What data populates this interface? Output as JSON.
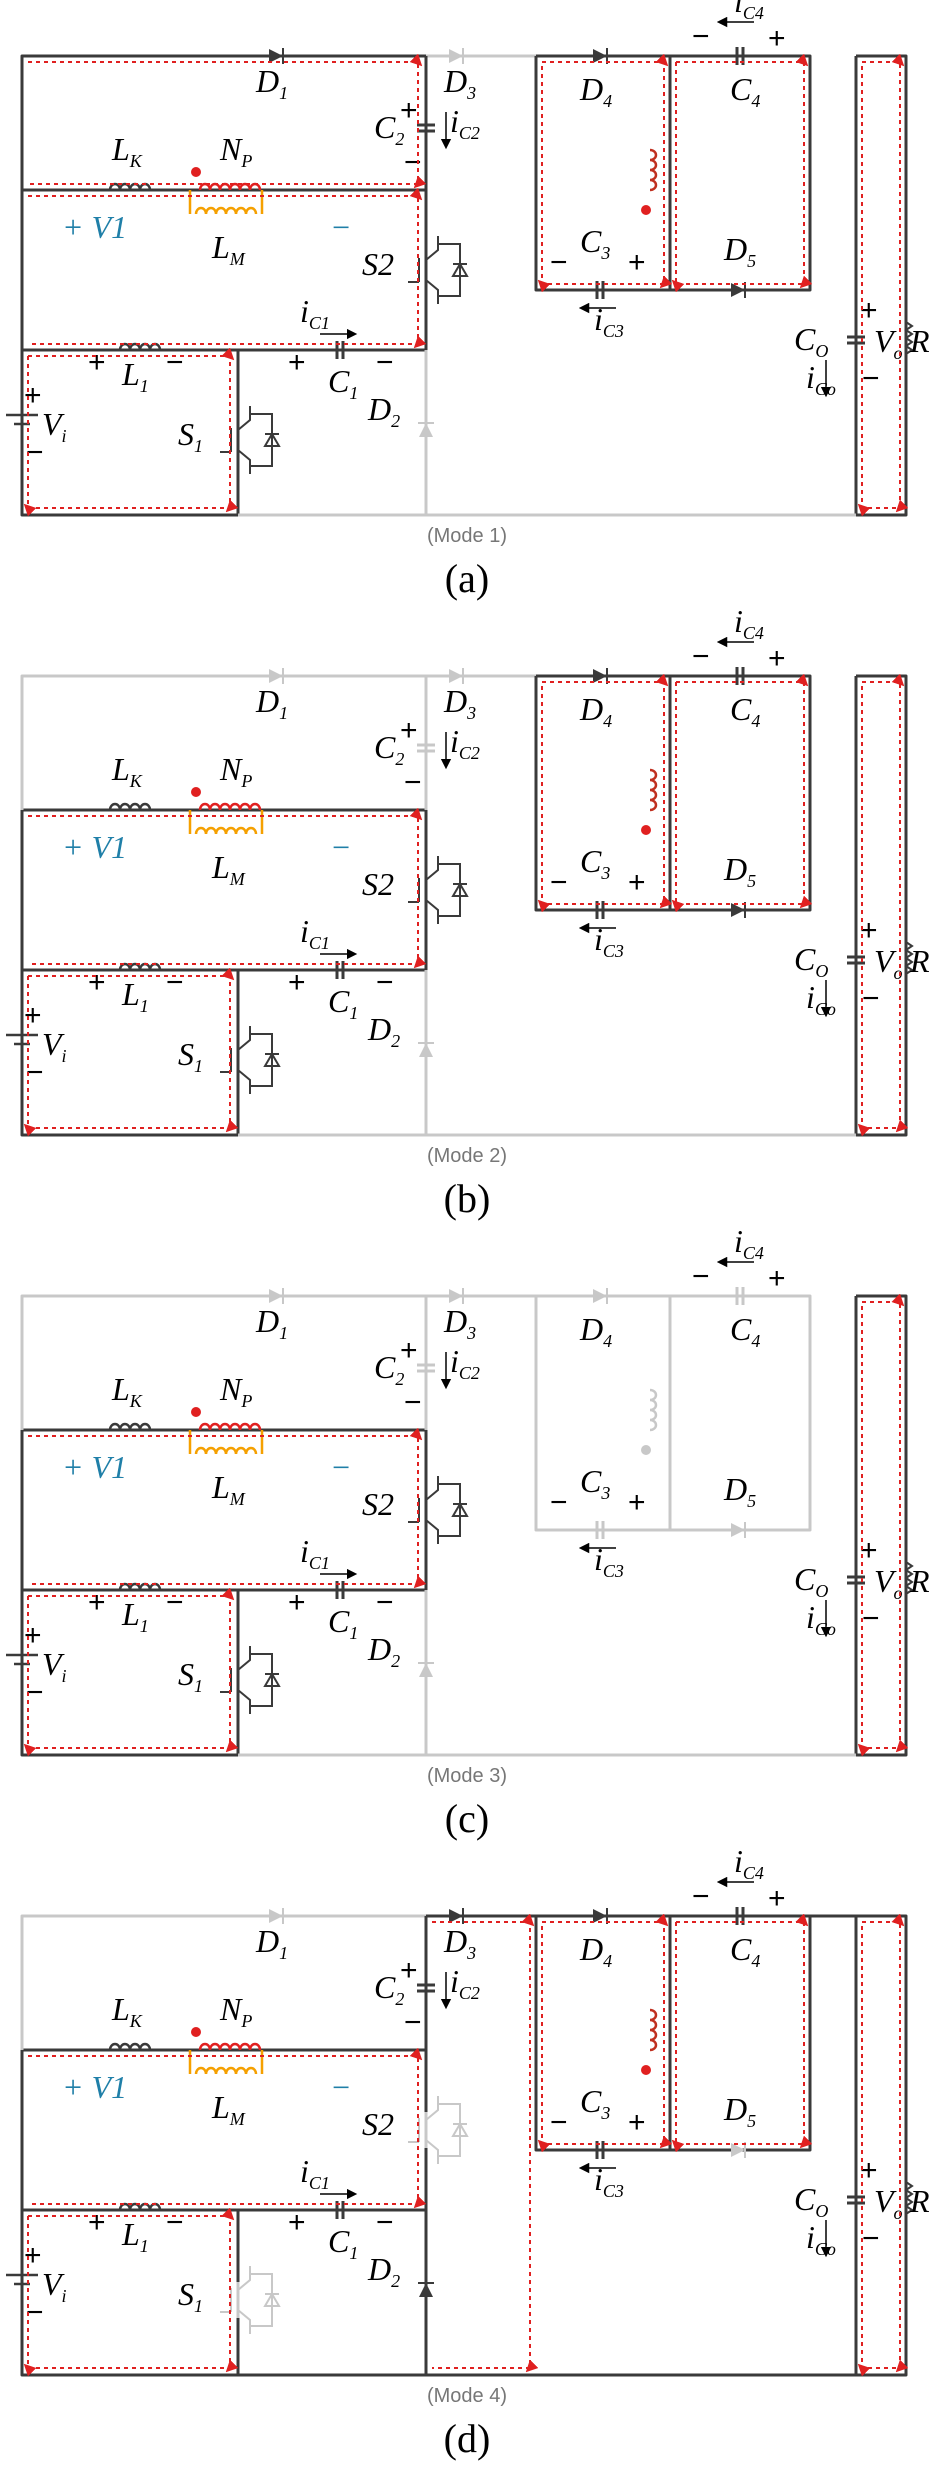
{
  "panels": [
    {
      "caption": "(a)",
      "mode": "(Mode 1)"
    },
    {
      "caption": "(b)",
      "mode": "(Mode 2)"
    },
    {
      "caption": "(c)",
      "mode": "(Mode 3)"
    },
    {
      "caption": "(d)",
      "mode": "(Mode 4)"
    }
  ],
  "labels": {
    "d1": "D",
    "d1_sub": "1",
    "d2": "D",
    "d2_sub": "2",
    "d3": "D",
    "d3_sub": "3",
    "d4": "D",
    "d4_sub": "4",
    "d5": "D",
    "d5_sub": "5",
    "c1": "C",
    "c1_sub": "1",
    "c2": "C",
    "c2_sub": "2",
    "c3": "C",
    "c3_sub": "3",
    "c4": "C",
    "c4_sub": "4",
    "co": "C",
    "co_sub": "O",
    "vo": "V",
    "vo_sub": "o",
    "r": "R",
    "lk": "L",
    "lk_sub": "K",
    "lm": "L",
    "lm_sub": "M",
    "np": "N",
    "np_sub": "P",
    "l1": "L",
    "l1_sub": "1",
    "s1": "S",
    "s1_sub": "1",
    "s2": "S2",
    "vi": "V",
    "vi_sub": "i",
    "v1": "+ V1",
    "v1_minus": "−",
    "ic1": "i",
    "ic1_sub": "C1",
    "ic2": "i",
    "ic2_sub": "C2",
    "ic3": "i",
    "ic3_sub": "C3",
    "ic4": "i",
    "ic4_sub": "C4",
    "ico": "i",
    "ico_sub": "Co",
    "plus": "+",
    "minus": "−"
  },
  "colors": {
    "wire_active": "#3a3a3a",
    "wire_inactive": "#c8c8c8",
    "current_path": "#e02020",
    "magnetizing_winding": "#f5a000",
    "primary_dot": "#e02020",
    "v1_text": "#1f7fa8",
    "caption_text": "#000000",
    "mode_text": "#777777"
  },
  "active_components": [
    [
      "d1",
      "c2",
      "s1",
      "s2",
      "c1",
      "d4",
      "d5",
      "c3",
      "c4",
      "co"
    ],
    [
      "s1",
      "s2",
      "c1",
      "d4",
      "d5",
      "c3",
      "c4",
      "co"
    ],
    [
      "s1",
      "s2",
      "c1",
      "co"
    ],
    [
      "d3",
      "c2",
      "d2",
      "c1",
      "d4",
      "c3",
      "c4",
      "co"
    ]
  ]
}
